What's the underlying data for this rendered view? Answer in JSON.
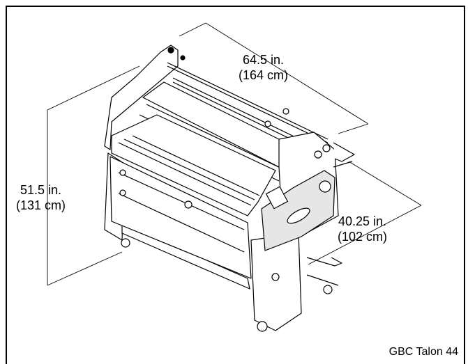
{
  "dimensions": {
    "width": {
      "line1": "64.5 in.",
      "line2": "(164 cm)"
    },
    "height": {
      "line1": "51.5 in.",
      "line2": "(131 cm)"
    },
    "depth": {
      "line1": "40.25 in.",
      "line2": "(102 cm)"
    }
  },
  "caption": "GBC Talon 44",
  "colors": {
    "line": "#000000",
    "background": "#ffffff",
    "panel": "#e6e6e6"
  }
}
